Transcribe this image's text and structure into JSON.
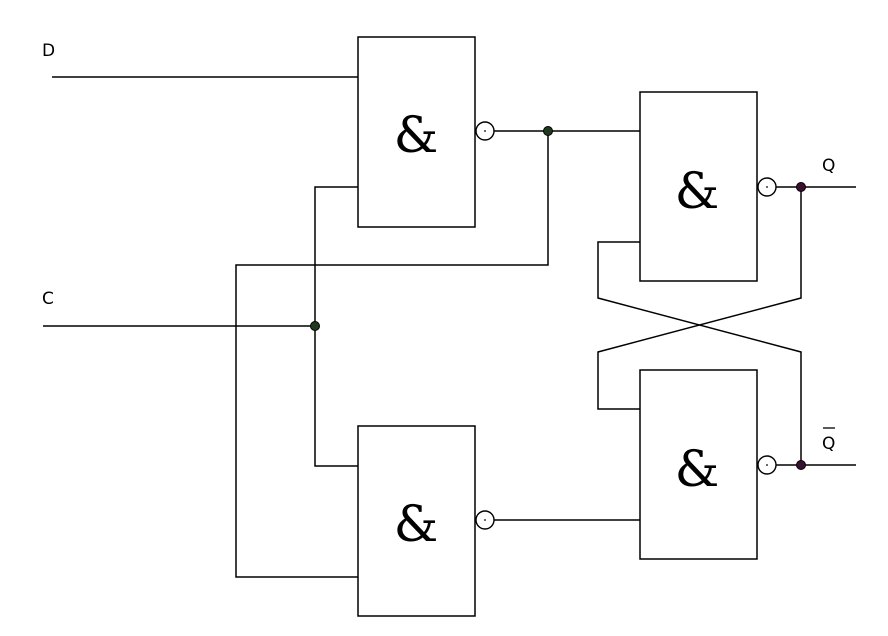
{
  "labels": {
    "d": "D",
    "c": "C",
    "q": "Q",
    "qbar": "Q"
  },
  "gate_symbol": "&",
  "colors": {
    "wire": "#000000",
    "junction_dark": "#1f3a1f",
    "junction_output": "#3a1030"
  }
}
